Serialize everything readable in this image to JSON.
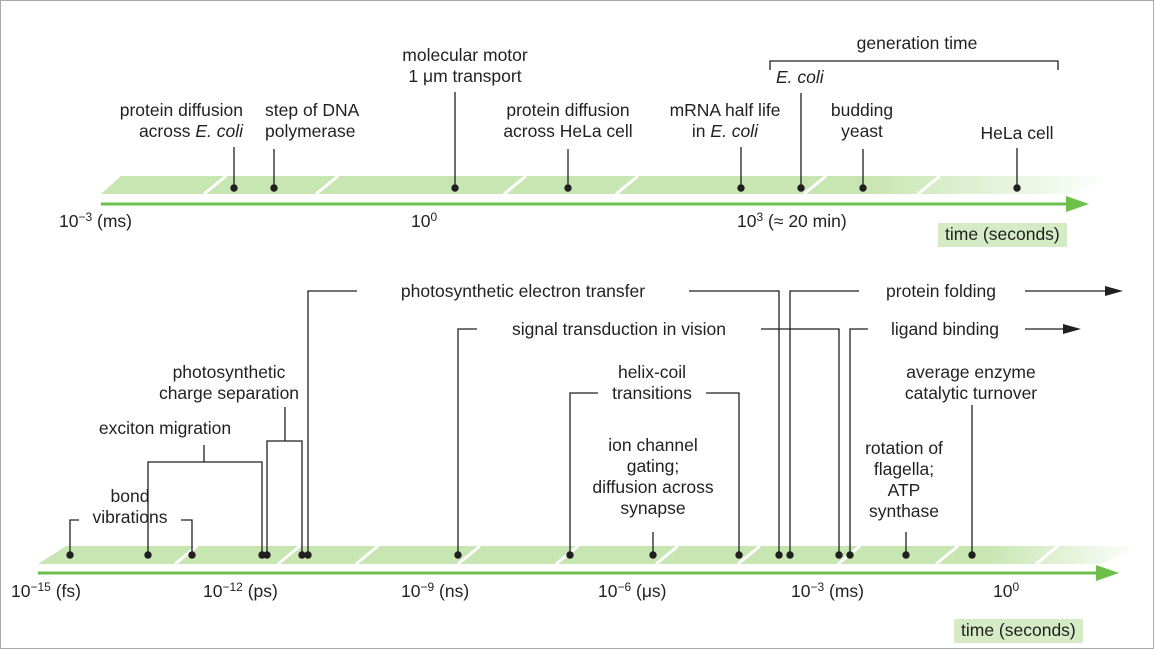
{
  "axis_unit_label": "time (seconds)",
  "top_axis": {
    "ticks": [
      {
        "base": "10",
        "exp": "−3",
        "suffix": " (ms)"
      },
      {
        "base": "10",
        "exp": "0",
        "suffix": ""
      },
      {
        "base": "10",
        "exp": "3",
        "suffix": " (≈ 20 min)"
      }
    ],
    "bracket_label": "generation time",
    "events": [
      {
        "line1": "protein diffusion",
        "line2a": "across ",
        "line2i": "E. coli"
      },
      {
        "line1": "step of DNA",
        "line2": "polymerase"
      },
      {
        "line1": "molecular motor",
        "line2": "1 μm transport"
      },
      {
        "line1": "protein diffusion",
        "line2": "across HeLa cell"
      },
      {
        "line1": "mRNA half life",
        "line2a": "in ",
        "line2i": "E. coli"
      },
      {
        "line1i": "E. coli"
      },
      {
        "line1": "budding",
        "line2": "yeast"
      },
      {
        "line1": "HeLa cell"
      }
    ]
  },
  "bottom_axis": {
    "ticks": [
      {
        "base": "10",
        "exp": "−15",
        "suffix": " (fs)"
      },
      {
        "base": "10",
        "exp": "−12",
        "suffix": " (ps)"
      },
      {
        "base": "10",
        "exp": "−9",
        "suffix": " (ns)"
      },
      {
        "base": "10",
        "exp": "−6",
        "suffix": " (μs)"
      },
      {
        "base": "10",
        "exp": "−3",
        "suffix": " (ms)"
      },
      {
        "base": "10",
        "exp": "0",
        "suffix": ""
      }
    ],
    "events": {
      "photosynthetic_electron_transfer": "photosynthetic electron transfer",
      "protein_folding": "protein folding",
      "signal_transduction": "signal transduction in vision",
      "ligand_binding": "ligand binding",
      "photosynthetic_charge_separation": [
        "photosynthetic",
        "charge separation"
      ],
      "exciton_migration": "exciton migration",
      "bond_vibrations": [
        "bond",
        "vibrations"
      ],
      "helix_coil": [
        "helix-coil",
        "transitions"
      ],
      "ion_channel": [
        "ion channel",
        "gating;",
        "diffusion across",
        "synapse"
      ],
      "average_enzyme": [
        "average enzyme",
        "catalytic turnover"
      ],
      "rotation_flagella": [
        "rotation of",
        "flagella;",
        "ATP",
        "synthase"
      ]
    }
  },
  "colors": {
    "band": "#c8e6b2",
    "arrow": "#6cc04a",
    "badge": "#d4ebc6",
    "ink": "#231f20"
  }
}
